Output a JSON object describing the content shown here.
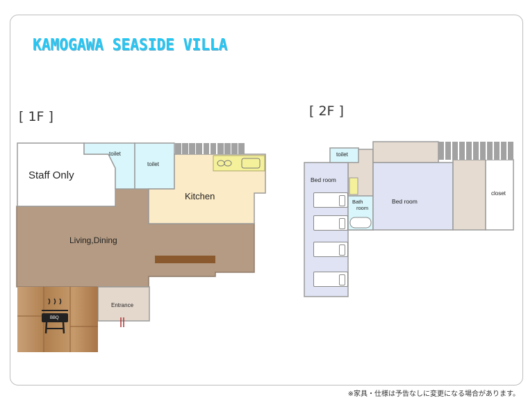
{
  "title": "KAMOGAWA SEASIDE VILLA",
  "floor1": {
    "label": "[ 1F ]",
    "rooms": {
      "staff_only": "Staff Only",
      "toilet_a": "toilet",
      "toilet_b": "toilet",
      "kitchen": "Kitchen",
      "living": "Living,Dining",
      "entrance": "Entrance",
      "bbq": "BBQ"
    }
  },
  "floor2": {
    "label": "[ 2F ]",
    "rooms": {
      "toilet": "toilet",
      "bedroom_left": "Bed room",
      "bath_line1": "Bath",
      "bath_line2": "room",
      "bedroom_center": "Bed room",
      "closet": "closet"
    }
  },
  "footnote": "※家具・仕様は予告なしに変更になる場合があります。",
  "colors": {
    "title": "#26c6f2",
    "living": "#b59b83",
    "kitchen": "#fcebc7",
    "toilet": "#d8f6fb",
    "bedroom": "#dfe3f3",
    "closet_room": "#e6dbd1",
    "entrance": "#e4d8cd",
    "deck": "#b9885a"
  }
}
